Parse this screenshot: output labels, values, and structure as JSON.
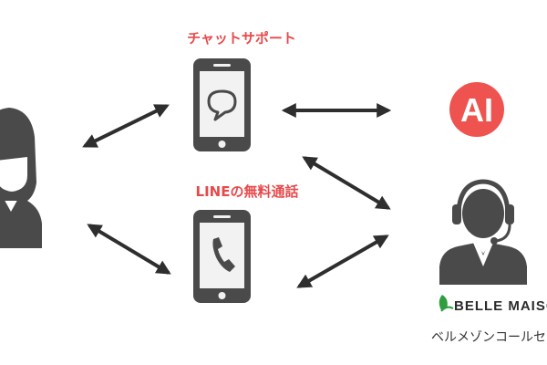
{
  "labels": {
    "chat_support": "チャットサポート",
    "line_free_call": "LINEの無料通話",
    "ai_badge": "AI"
  },
  "brand": {
    "name": "BELLE MAISO",
    "subtitle": "ベルメゾンコールセ"
  },
  "icons": {
    "customer": "person-icon",
    "chat_phone": "smartphone-chat-icon",
    "call_phone": "smartphone-call-icon",
    "ai": "ai-badge-icon",
    "operator": "operator-headset-icon",
    "brand_logo": "belle-maison-leaf-icon"
  },
  "colors": {
    "accent_red": "#e8494b",
    "ai_red": "#ef5350",
    "icon_dark": "#4a4a4a",
    "screen_light": "#f2f2f2",
    "arrow_dark": "#2e2e2e",
    "leaf_green": "#2e9e3e"
  }
}
